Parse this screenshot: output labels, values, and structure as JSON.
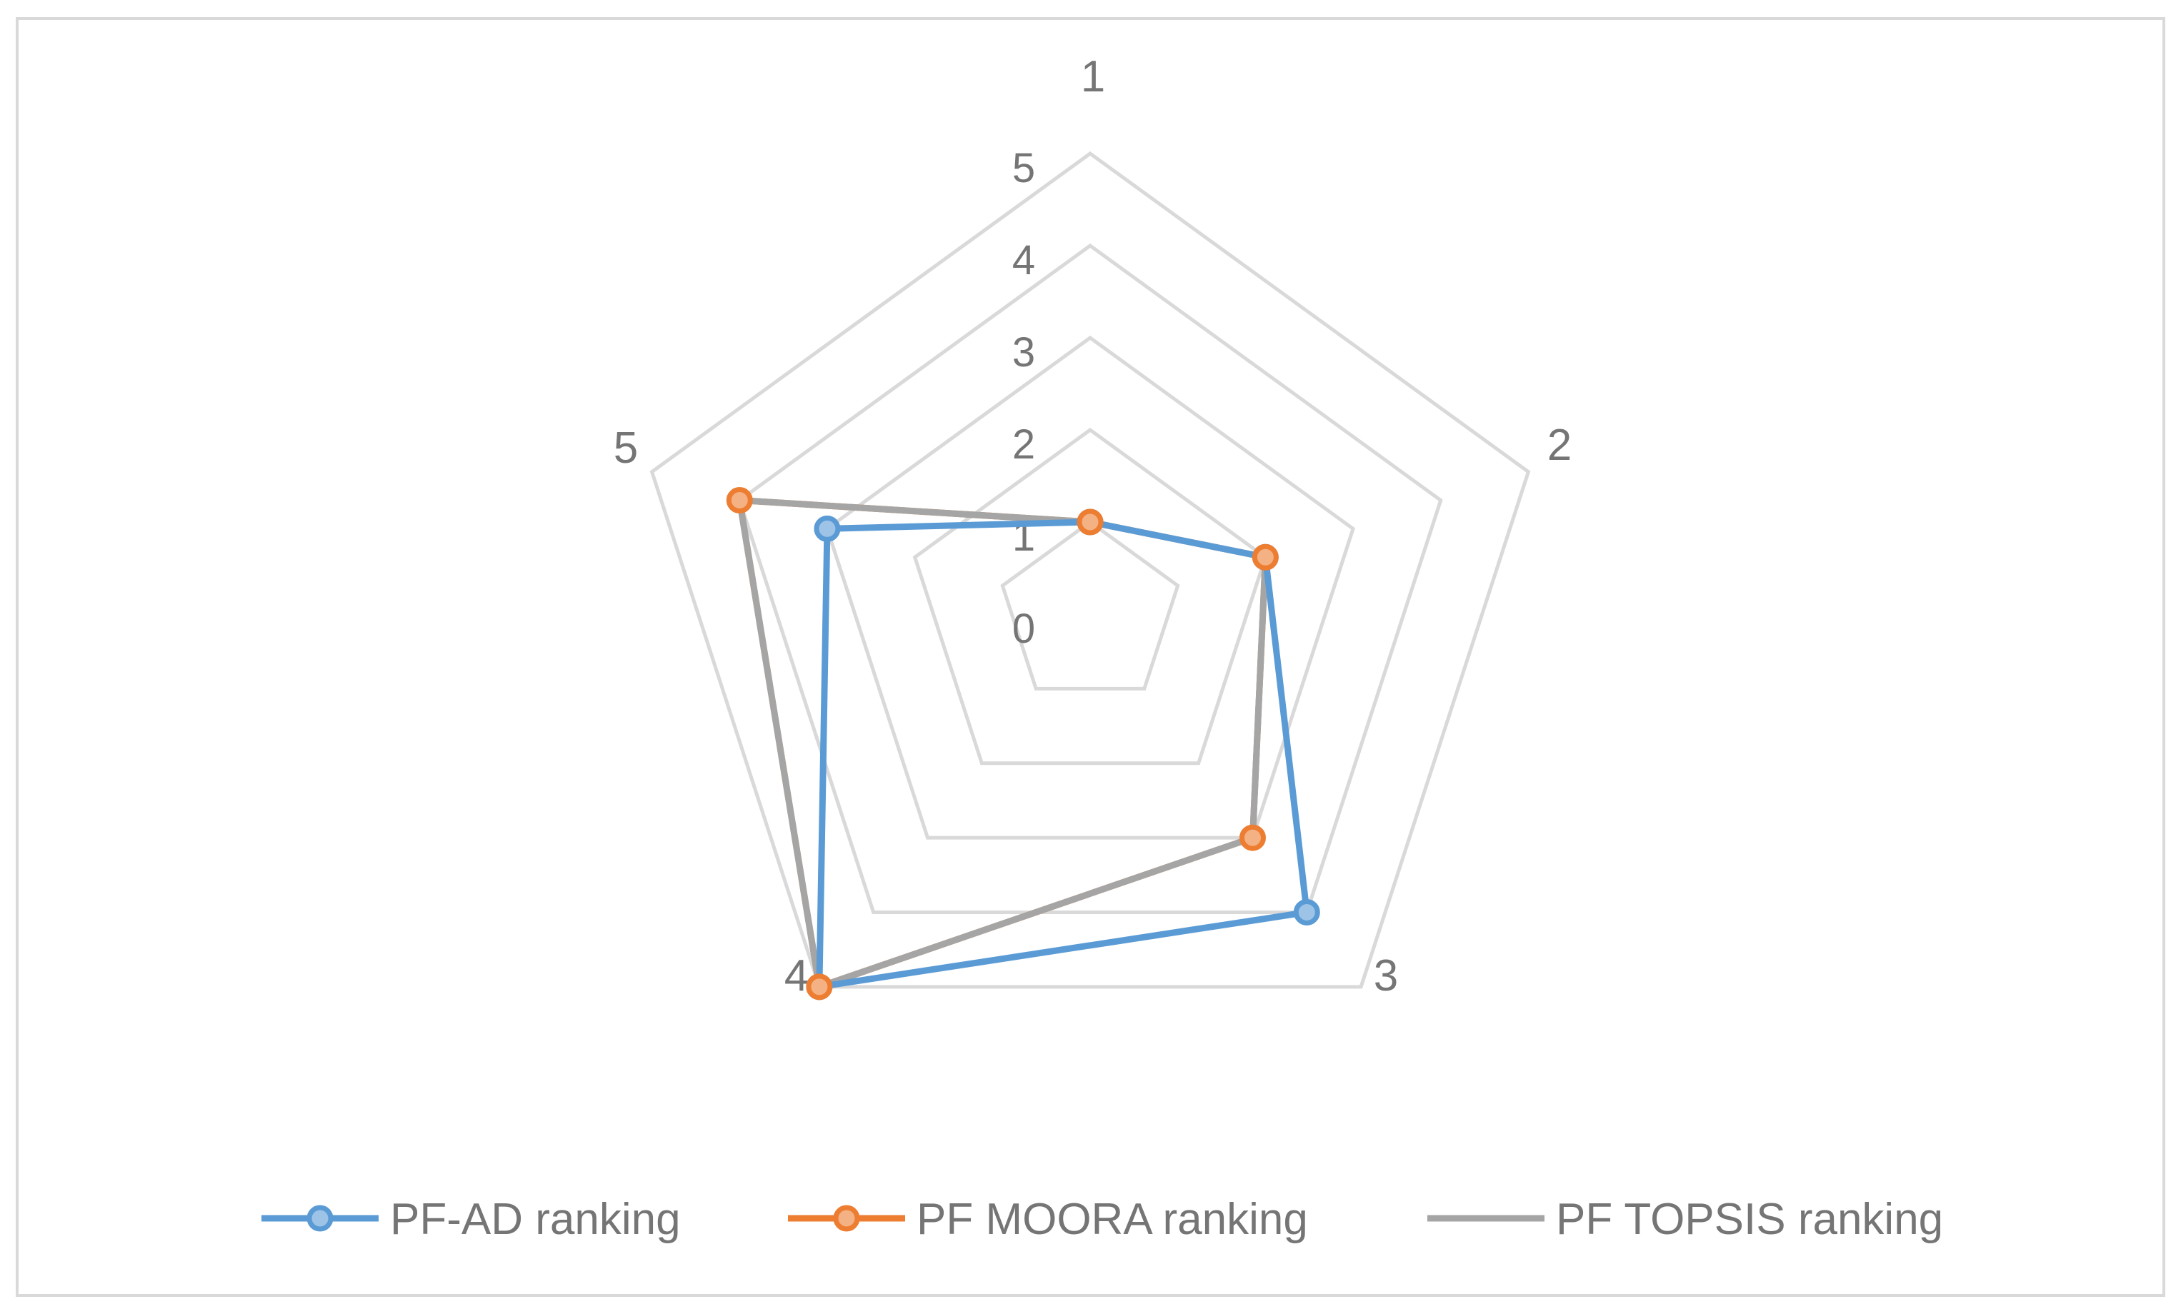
{
  "chart_data": {
    "type": "radar",
    "categories": [
      "1",
      "2",
      "3",
      "4",
      "5"
    ],
    "radial_ticks": [
      "0",
      "1",
      "2",
      "3",
      "4",
      "5"
    ],
    "rlim": [
      0,
      5
    ],
    "grid": true,
    "legend_position": "bottom",
    "series": [
      {
        "name": "PF-AD ranking",
        "values": [
          1,
          2,
          4,
          5,
          3
        ],
        "color": "#5B9BD5",
        "marker": true
      },
      {
        "name": "PF MOORA ranking",
        "values": [
          1,
          2,
          3,
          5,
          4
        ],
        "color": "#ED7D31",
        "marker": true
      },
      {
        "name": "PF TOPSIS ranking",
        "values": [
          1,
          2,
          3,
          5,
          4
        ],
        "color": "#A5A5A5",
        "marker": false
      }
    ],
    "colors": {
      "grid": "#D9D9D9",
      "frame": "#D9D9D9",
      "text": "#757575"
    }
  }
}
